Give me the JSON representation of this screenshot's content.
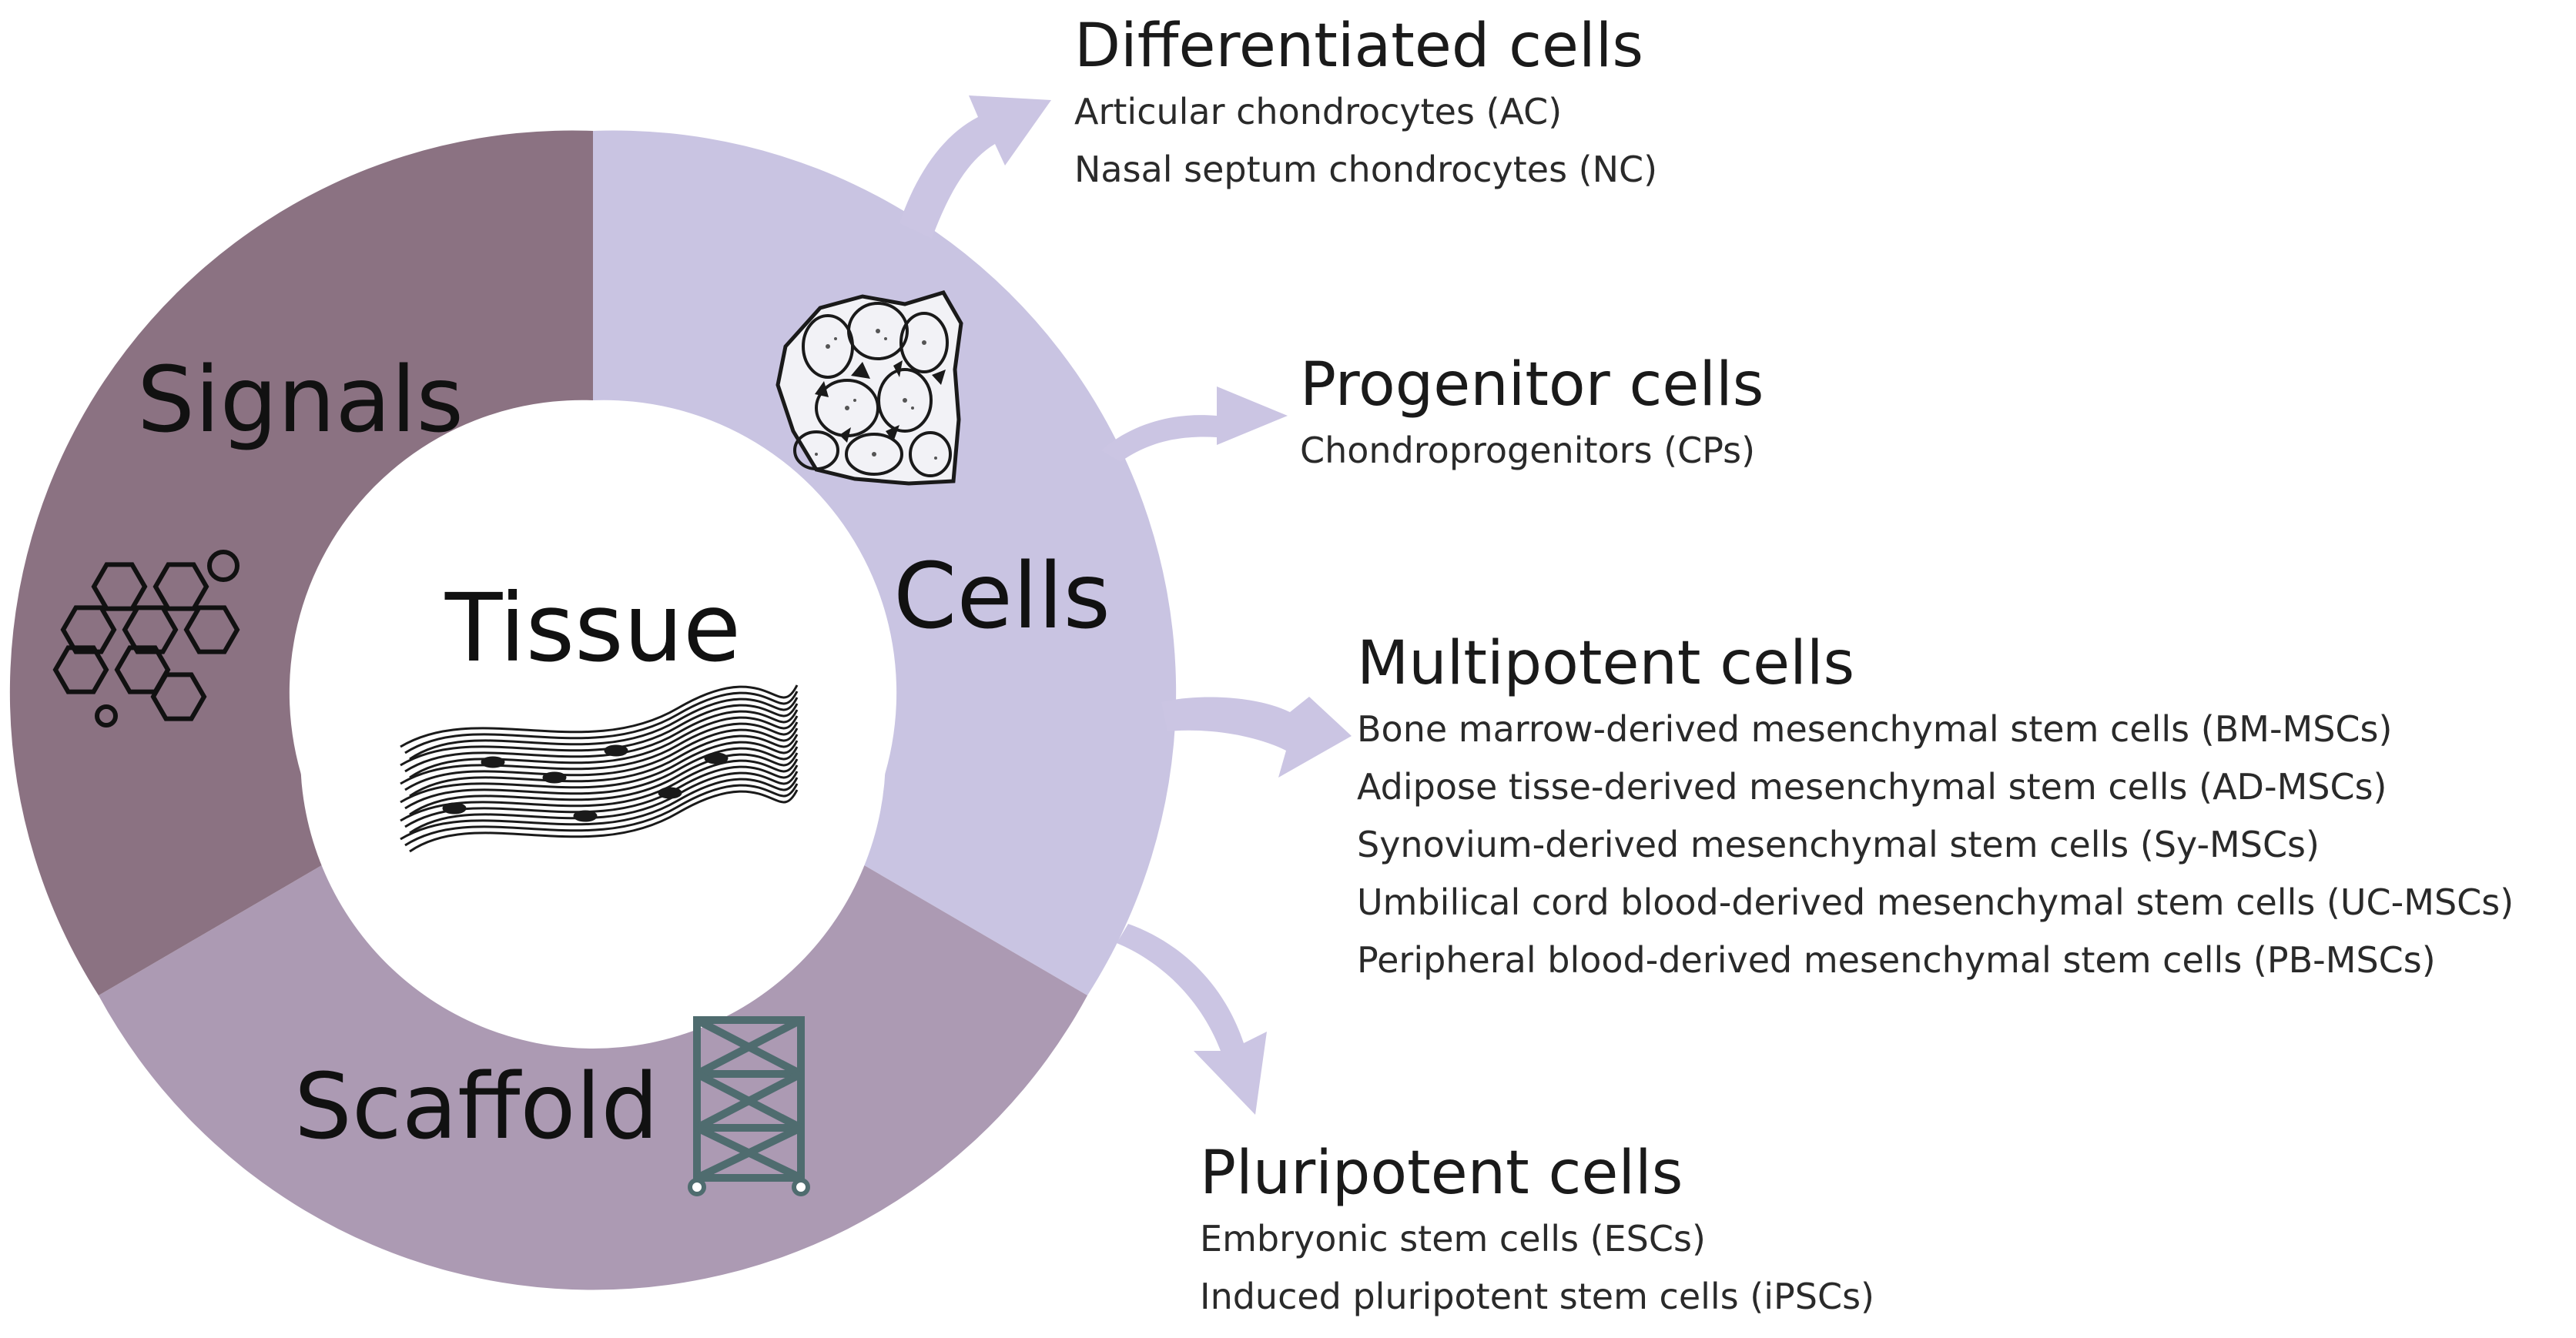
{
  "center": {
    "label": "Tissue"
  },
  "segments": {
    "signals": {
      "label": "Signals",
      "color": "#8b7282"
    },
    "scaffold": {
      "label": "Scaffold",
      "color": "#ac9ab3"
    },
    "cells": {
      "label": "Cells",
      "color": "#c9c4e2"
    }
  },
  "arrow_color": "#cbc5e3",
  "icon_color": "#4f6c6f",
  "cell_groups": [
    {
      "title": "Differentiated cells",
      "items": [
        "Articular chondrocytes (AC)",
        "Nasal septum chondrocytes (NC)"
      ]
    },
    {
      "title": "Progenitor cells",
      "items": [
        "Chondroprogenitors (CPs)"
      ]
    },
    {
      "title": "Multipotent cells",
      "items": [
        "Bone marrow-derived mesenchymal stem cells (BM-MSCs)",
        "Adipose tisse-derived mesenchymal stem cells (AD-MSCs)",
        "Synovium-derived mesenchymal stem cells (Sy-MSCs)",
        "Umbilical cord blood-derived mesenchymal stem cells (UC-MSCs)",
        "Peripheral blood-derived mesenchymal stem cells (PB-MSCs)"
      ]
    },
    {
      "title": "Pluripotent cells",
      "items": [
        "Embryonic stem cells (ESCs)",
        "Induced pluripotent stem cells (iPSCs)"
      ]
    }
  ]
}
